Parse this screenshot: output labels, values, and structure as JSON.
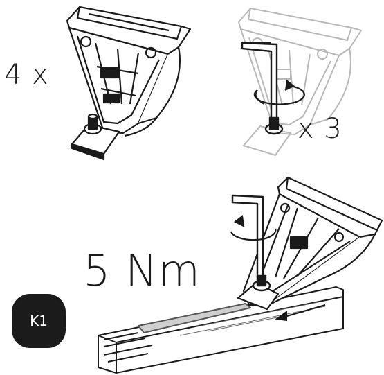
{
  "labels": {
    "quantity_brackets": "4 x",
    "quantity_screws": "x 3",
    "torque": "5 Nm",
    "step_badge": "K1"
  },
  "colors": {
    "ink": "#1a1a1a",
    "faded_ink": "#b8b8b8",
    "badge_bg": "#1b1b1b",
    "badge_text": "#ffffff"
  },
  "icons": [
    "bracket-icon",
    "hex-key-icon",
    "rotation-arrow-icon",
    "rail-icon",
    "slide-arrow-icon"
  ]
}
